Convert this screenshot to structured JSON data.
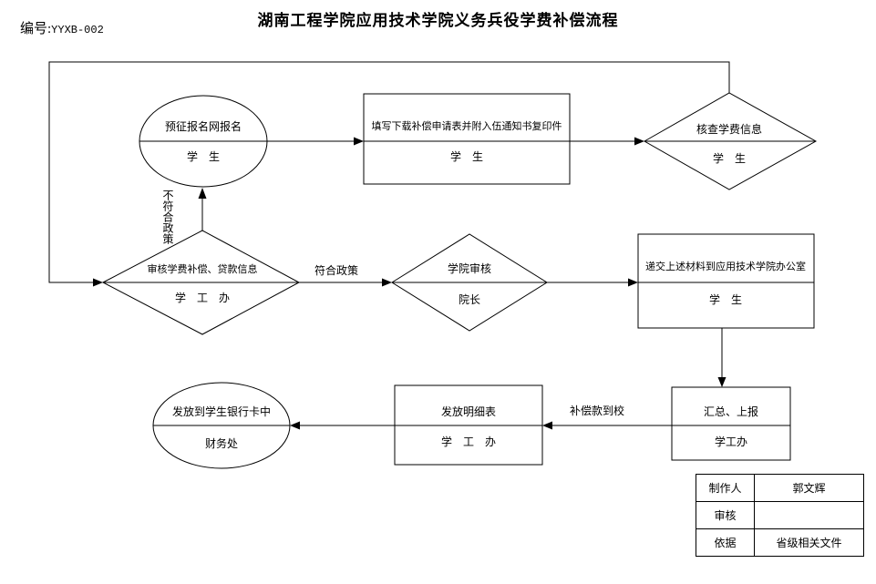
{
  "header": {
    "title": "湖南工程学院应用技术学院义务兵役学费补偿流程",
    "code_label": "编号:",
    "code_value": "YYXB-002"
  },
  "nodes": {
    "start": {
      "label": "预征报名网报名",
      "role": "学　生"
    },
    "fill_form": {
      "label": "填写下载补偿申请表并附入伍通知书复印件",
      "role": "学　生"
    },
    "verify_tuition": {
      "label": "核查学费信息",
      "role": "学　生"
    },
    "review_compensation": {
      "label": "审核学费补偿、贷款信息",
      "role": "学　工　办"
    },
    "college_review": {
      "label": "学院审核",
      "role": "院长"
    },
    "submit_materials": {
      "label": "递交上述材料到应用技术学院办公室",
      "role": "学　生"
    },
    "summarize_report": {
      "label": "汇总、上报",
      "role": "学工办"
    },
    "issue_detail": {
      "label": "发放明细表",
      "role": "学　工　办"
    },
    "finish": {
      "label": "发放到学生银行卡中",
      "role": "财务处"
    }
  },
  "edge_labels": {
    "not_match_policy": "不符合政策",
    "match_policy": "符合政策",
    "funds_arrive": "补偿款到校"
  },
  "table": {
    "rows": [
      {
        "label": "制作人",
        "value": "郭文辉"
      },
      {
        "label": "审核",
        "value": ""
      },
      {
        "label": "依据",
        "value": "省级相关文件"
      }
    ]
  },
  "colors": {
    "line": "#000000",
    "background": "#ffffff"
  }
}
